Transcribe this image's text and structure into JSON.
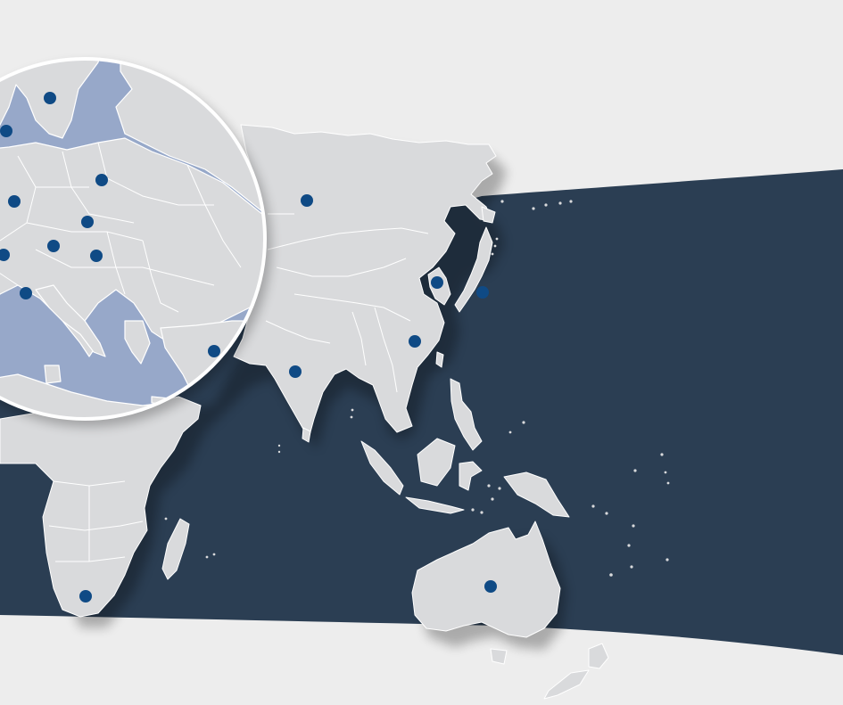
{
  "map": {
    "background_color": "#ededed",
    "ocean_color": "#2b3e53",
    "land_color": "#d9dadc",
    "border_color": "#ffffff",
    "zoom_sea_color": "#97a8c9",
    "marker_color": "#0f4a85",
    "zoom_ring_color": "#ffffff"
  },
  "regions": [
    "asia",
    "australia",
    "africa",
    "madagascar",
    "new-zealand",
    "japan",
    "indonesia",
    "philippines",
    "sri-lanka",
    "taiwan",
    "papua-new-guinea",
    "europe-inset"
  ],
  "markers": [
    {
      "id": "russia-siberia",
      "region": "asia"
    },
    {
      "id": "korea",
      "region": "asia"
    },
    {
      "id": "japan",
      "region": "asia"
    },
    {
      "id": "china-south",
      "region": "asia"
    },
    {
      "id": "india",
      "region": "asia"
    },
    {
      "id": "middle-east",
      "region": "asia"
    },
    {
      "id": "south-africa",
      "region": "africa"
    },
    {
      "id": "australia",
      "region": "australia"
    },
    {
      "id": "scandinavia",
      "region": "europe-inset"
    },
    {
      "id": "norway-west",
      "region": "europe-inset"
    },
    {
      "id": "baltic",
      "region": "europe-inset"
    },
    {
      "id": "germany-north",
      "region": "europe-inset"
    },
    {
      "id": "poland-czech",
      "region": "europe-inset"
    },
    {
      "id": "central-europe",
      "region": "europe-inset"
    },
    {
      "id": "hungary",
      "region": "europe-inset"
    },
    {
      "id": "france-east",
      "region": "europe-inset"
    },
    {
      "id": "italy",
      "region": "europe-inset"
    }
  ]
}
